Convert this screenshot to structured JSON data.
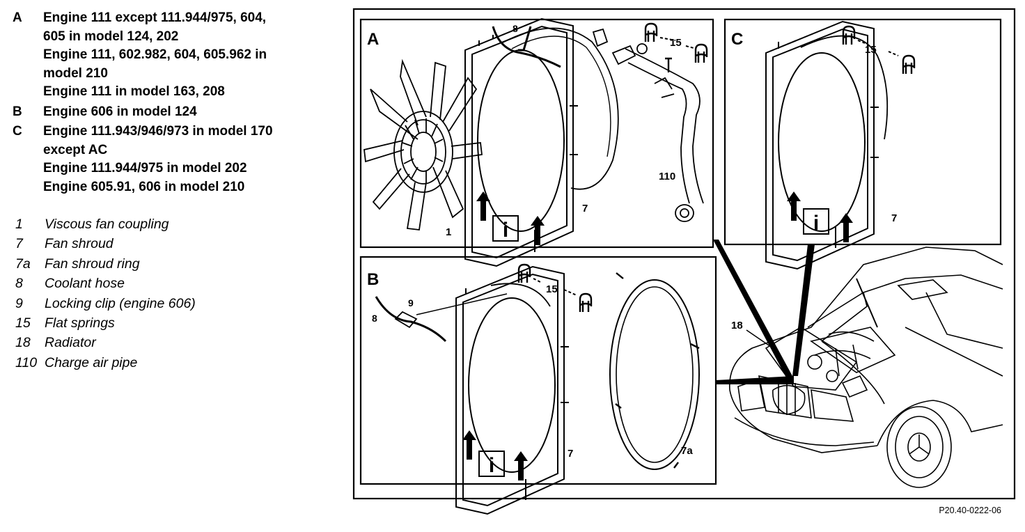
{
  "variants": [
    {
      "key": "A",
      "lines": [
        "Engine 111 except 111.944/975, 604,",
        "605 in model 124, 202",
        "Engine 111, 602.982, 604, 605.962 in",
        "model 210",
        "Engine 111 in model 163, 208"
      ]
    },
    {
      "key": "B",
      "lines": [
        "Engine 606 in model 124"
      ]
    },
    {
      "key": "C",
      "lines": [
        "Engine 111.943/946/973 in model 170",
        "except AC",
        "Engine 111.944/975 in model 202",
        "Engine 605.91, 606 in model 210"
      ]
    }
  ],
  "legend": [
    {
      "num": "1",
      "label": "Viscous fan coupling"
    },
    {
      "num": "7",
      "label": "Fan shroud"
    },
    {
      "num": "7a",
      "label": "Fan shroud ring"
    },
    {
      "num": "8",
      "label": "Coolant hose"
    },
    {
      "num": "9",
      "label": "Locking clip (engine 606)"
    },
    {
      "num": "15",
      "label": "Flat springs"
    },
    {
      "num": "18",
      "label": "Radiator"
    },
    {
      "num": "110",
      "label": "Charge air pipe"
    }
  ],
  "panels": {
    "a": {
      "letter": "A",
      "info": "i",
      "c1": "1",
      "c7": "7",
      "c8": "8",
      "c15": "15",
      "c110": "110"
    },
    "b": {
      "letter": "B",
      "info": "i",
      "c7": "7",
      "c7a": "7a",
      "c8": "8",
      "c9": "9",
      "c15": "15"
    },
    "c": {
      "letter": "C",
      "info": "i",
      "c7": "7",
      "c15": "15"
    },
    "car": {
      "c18": "18"
    }
  },
  "figure_code": "P20.40-0222-06",
  "colors": {
    "ink": "#000000",
    "paper": "#ffffff"
  }
}
